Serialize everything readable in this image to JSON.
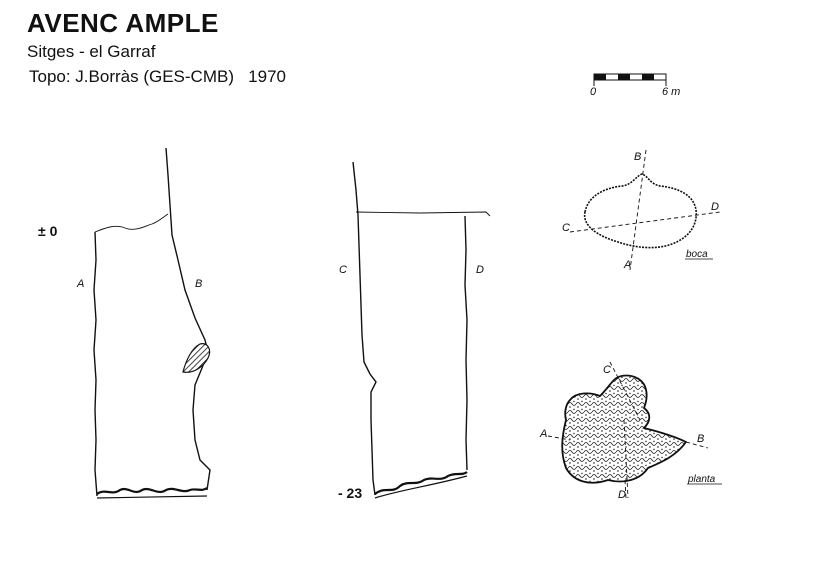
{
  "header": {
    "title": "AVENC AMPLE",
    "location": "Sitges - el Garraf",
    "credit": "Topo: J.Borràs (GES-CMB)   1970"
  },
  "scale_bar": {
    "start_label": "0",
    "end_label": "6 m"
  },
  "section_ab": {
    "depth_label": "± 0",
    "left_label": "A",
    "right_label": "B"
  },
  "section_cd": {
    "depth_label": "- 23",
    "left_label": "C",
    "right_label": "D"
  },
  "plan_boca": {
    "caption": "boca",
    "labels": {
      "a": "A",
      "b": "B",
      "c": "C",
      "d": "D"
    }
  },
  "plan_planta": {
    "caption": "planta",
    "labels": {
      "a": "A",
      "b": "B",
      "c": "C",
      "d": "D"
    }
  }
}
